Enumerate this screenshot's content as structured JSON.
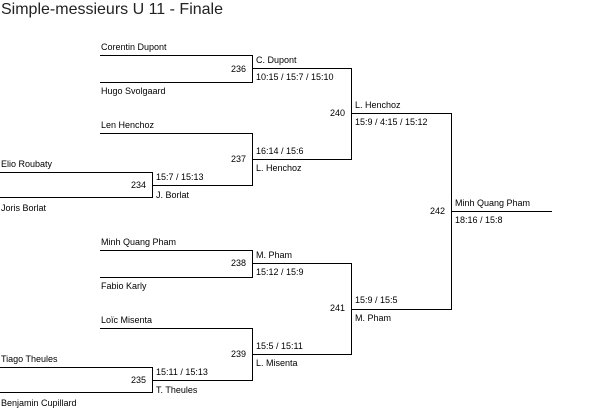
{
  "title": "Simple-messieurs U 11 - Finale",
  "round1": [
    {
      "top": "Elio Roubaty",
      "bottom": "Joris Borlat"
    },
    {
      "top": "Tiago Theules",
      "bottom": "Benjamin Cupillard"
    }
  ],
  "round2": [
    {
      "top": "Corentin Dupont",
      "bottom": "Hugo Svolgaard"
    },
    {
      "top": "Len Henchoz"
    },
    {
      "top": "Minh Quang Pham",
      "bottom": "Fabio Karly"
    },
    {
      "top": "Loïc Misenta"
    }
  ],
  "matches": {
    "m234": {
      "number": "234",
      "winner": "J. Borlat",
      "score": "15:7 / 15:13"
    },
    "m235": {
      "number": "235",
      "winner": "T. Theules",
      "score": "15:11 / 15:13"
    },
    "m236": {
      "number": "236",
      "winner": "C. Dupont",
      "score": "10:15 / 15:7 / 15:10"
    },
    "m237": {
      "number": "237",
      "winner": "L. Henchoz",
      "score": "16:14 / 15:6"
    },
    "m238": {
      "number": "238",
      "winner": "M. Pham",
      "score": "15:12 / 15:9"
    },
    "m239": {
      "number": "239",
      "winner": "L. Misenta",
      "score": "15:5 / 15:11"
    },
    "m240": {
      "number": "240",
      "winner": "L. Henchoz",
      "score": "15:9 / 4:15 / 15:12"
    },
    "m241": {
      "number": "241",
      "winner": "M. Pham",
      "score": "15:9 / 15:5"
    },
    "m242": {
      "number": "242",
      "winner": "Minh Quang Pham",
      "score": "18:16 / 15:8"
    }
  }
}
